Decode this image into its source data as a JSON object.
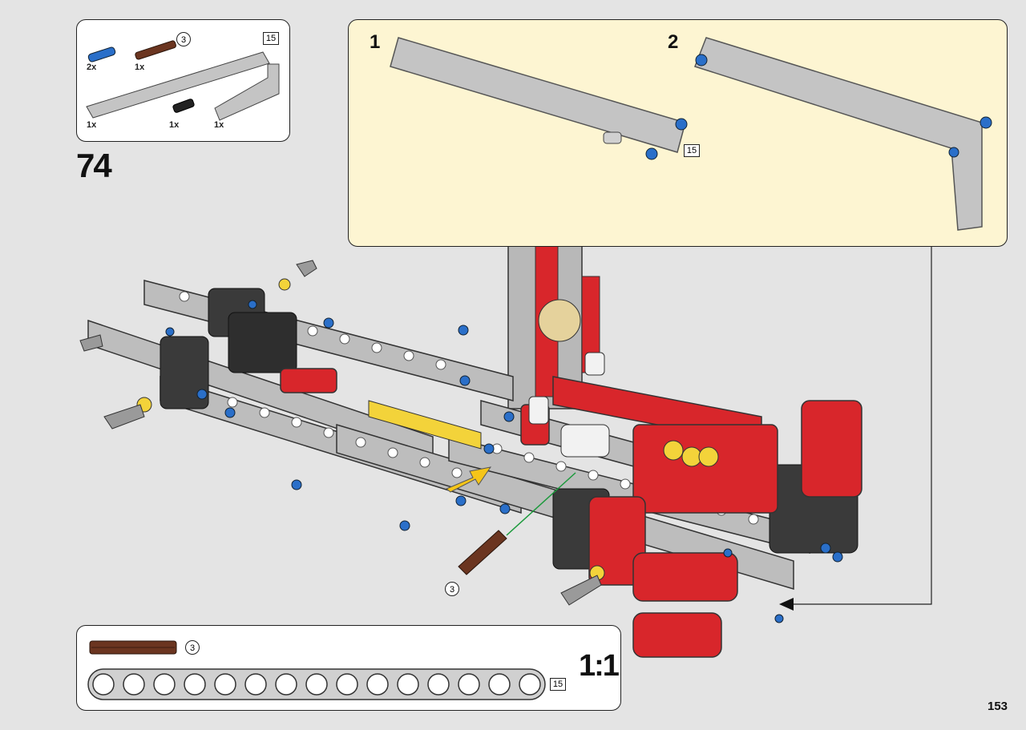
{
  "step": {
    "number": "74"
  },
  "page": {
    "number": "153"
  },
  "parts_list": {
    "items": [
      {
        "name": "blue-pin",
        "qty": "2x",
        "color": "#2a6fc9"
      },
      {
        "name": "brown-axle-3",
        "qty": "1x",
        "length": "3",
        "color": "#6b3520"
      },
      {
        "name": "gray-beam-15",
        "qty": "1x",
        "length": "15",
        "color": "#b4b4b4"
      },
      {
        "name": "black-connector",
        "qty": "1x",
        "color": "#222222"
      },
      {
        "name": "gray-l-beam",
        "qty": "1x",
        "color": "#b4b4b4"
      }
    ]
  },
  "subassembly": {
    "steps": [
      {
        "label": "1",
        "length_callout": "15"
      },
      {
        "label": "2"
      }
    ]
  },
  "main_callout": {
    "axle_length": "3"
  },
  "scale_panel": {
    "axle_length": "3",
    "beam_length": "15",
    "scale_label": "1:1"
  },
  "colors": {
    "background": "#e4e4e4",
    "subassembly_bg": "#fdf5d2",
    "lego_red": "#d8262b",
    "lego_gray": "#b4b4b4",
    "lego_blue": "#2a6fc9",
    "lego_yellow": "#f3d33a",
    "arrow_yellow": "#f5c518",
    "guide_green": "#1c9a3c"
  }
}
